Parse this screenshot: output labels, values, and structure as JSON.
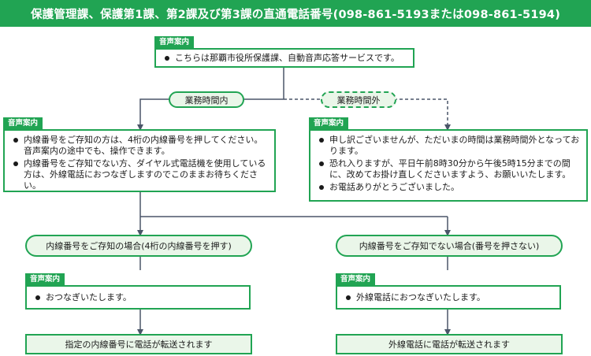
{
  "header": {
    "title": "保護管理課、保護第1課、第2課及び第3課の直通電話番号(098-861-5193または098-861-5194)"
  },
  "voice_guide_label": "音声案内",
  "top_box": {
    "items": [
      "こちらは那覇市役所保護課、自動音声応答サービスです。"
    ]
  },
  "branches": {
    "business_hours": "業務時間内",
    "after_hours": "業務時間外"
  },
  "in_hours_box": {
    "items": [
      "内線番号をご存知の方は、4桁の内線番号を押してください。音声案内の途中でも、操作できます。",
      "内線番号をご存知でない方、ダイヤル式電話機を使用している方は、外線電話におつなぎしますのでこのままお待ちください。"
    ]
  },
  "after_hours_box": {
    "items": [
      "申し訳ございませんが、ただいまの時間は業務時間外となっております。",
      "恐れ入りますが、平日午前8時30分から午後5時15分までの間に、改めてお掛け直しくださいますよう、お願いいたします。",
      "お電話ありがとうございました。"
    ]
  },
  "cases": {
    "known": "内線番号をご存知の場合(4桁の内線番号を押す)",
    "unknown": "内線番号をご存知でない場合(番号を押さない)"
  },
  "known_box": {
    "items": [
      "おつなぎいたします。"
    ]
  },
  "unknown_box": {
    "items": [
      "外線電話におつなぎいたします。"
    ]
  },
  "results": {
    "known": "指定の内線番号に電話が転送されます",
    "unknown": "外線電話に電話が転送されます"
  },
  "colors": {
    "brand_green": "#21a453",
    "light_green": "#eaf6e9",
    "connector": "#4a5568"
  }
}
